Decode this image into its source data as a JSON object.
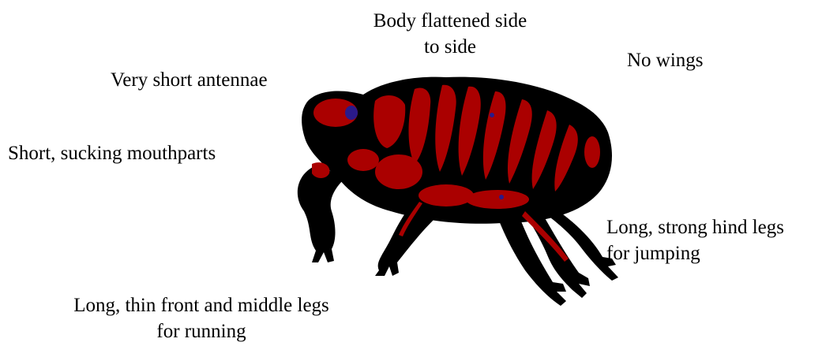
{
  "labels": {
    "body": [
      "Body flattened side",
      "to side"
    ],
    "wings": "No wings",
    "antennae": "Very short antennae",
    "mouthparts": "Short, sucking mouthparts",
    "hind_legs": [
      "Long, strong hind legs",
      "for jumping"
    ],
    "front_legs": [
      "Long, thin front and middle legs",
      "for running"
    ]
  },
  "colors": {
    "outline": "#000000",
    "body_fill": "#aa0000",
    "eye": "#2a1a8a"
  }
}
